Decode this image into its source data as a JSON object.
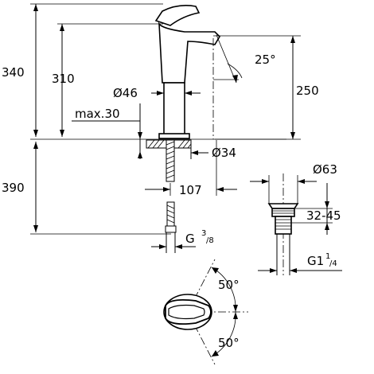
{
  "dimensions": {
    "overall_height": "340",
    "spout_height": "310",
    "spout_reach": "250",
    "spout_angle": "25°",
    "body_diameter": "Ø46",
    "deck_thickness": "max.30",
    "hole_diameter": "Ø34",
    "below_deck": "390",
    "hose_offset": "107",
    "hose_thread": "G",
    "hose_thread_sup": "3",
    "hose_thread_sub": "/8",
    "waste_diameter": "Ø63",
    "waste_length": "32-45",
    "waste_thread": "G1",
    "waste_thread_sup": "1",
    "waste_thread_sub": "/4",
    "lever_angle_top": "50°",
    "lever_angle_bottom": "50°"
  }
}
